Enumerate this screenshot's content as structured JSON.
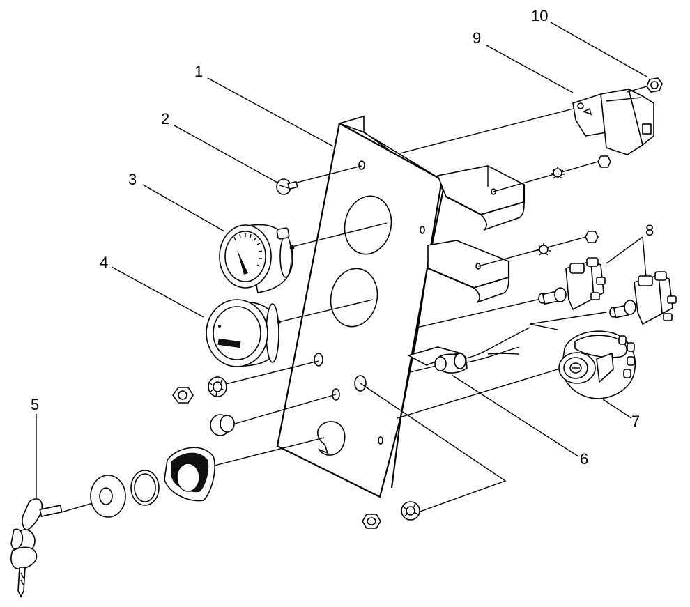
{
  "diagram": {
    "callouts": [
      "1",
      "2",
      "3",
      "4",
      "5",
      "6",
      "7",
      "8",
      "9",
      "10"
    ],
    "colors": {
      "line": "#000000",
      "background": "#ffffff"
    }
  }
}
